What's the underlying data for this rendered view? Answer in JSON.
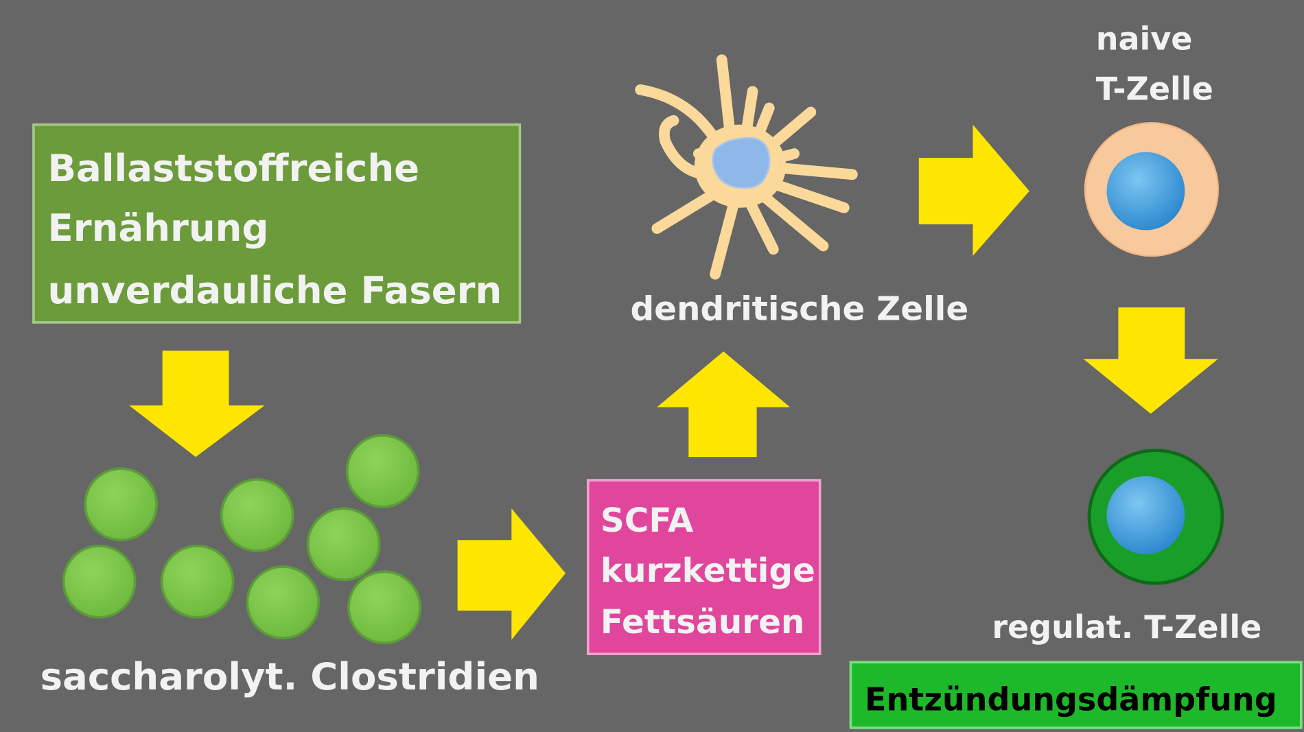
{
  "diet_box": {
    "lines": [
      "Ballaststoffreiche",
      "Ernährung",
      "unverdauliche Fasern"
    ]
  },
  "bacteria_label": "saccharolyt. Clostridien",
  "scfa_box": {
    "lines": [
      "SCFA",
      "kurzkettige",
      "Fettsäuren"
    ]
  },
  "dendritic_label": "dendritische Zelle",
  "naive_label": {
    "lines": [
      "naive",
      "T-Zelle"
    ]
  },
  "treg_label": "regulat. T-Zelle",
  "result_box": "Entzündungsdämpfung",
  "colors": {
    "background": "#666666",
    "diet_box": "#6b9b3a",
    "scfa_box": "#e0469c",
    "arrow": "#ffe600",
    "bacteria": "#7cc64a",
    "result_box": "#1eb92a"
  }
}
